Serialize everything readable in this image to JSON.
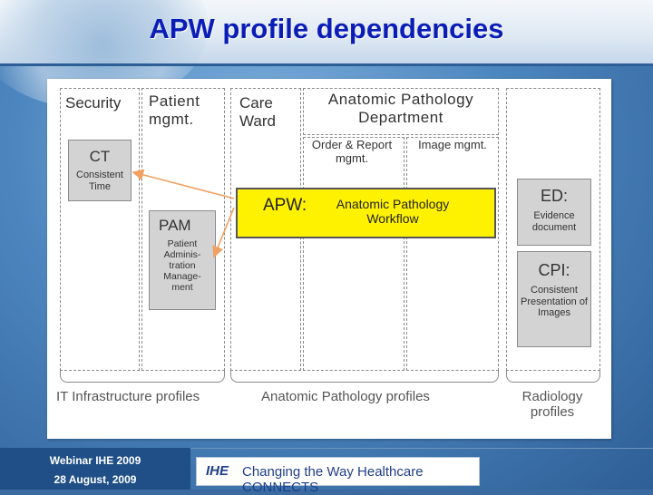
{
  "title": "APW profile dependencies",
  "columns": {
    "security": "Security",
    "patient_mgmt": "Patient mgmt.",
    "care_ward": "Care Ward",
    "anatomic_dept": "Anatomic Pathology Department",
    "order_report": "Order & Report mgmt.",
    "image_mgmt": "Image mgmt."
  },
  "boxes": {
    "ct_title": "CT",
    "ct_desc": "Consistent Time",
    "pam_title": "PAM",
    "pam_desc": "Patient Adminis- tration Manage- ment",
    "apw_title": "APW:",
    "apw_desc": "Anatomic Pathology Workflow",
    "ed_title": "ED:",
    "ed_desc": "Evidence document",
    "cpi_title": "CPI:",
    "cpi_desc": "Consistent Presentation of Images"
  },
  "groups": {
    "it": "IT Infrastructure profiles",
    "ap": "Anatomic Pathology profiles",
    "rad": "Radiology profiles"
  },
  "footer": {
    "line1": "Webinar IHE 2009",
    "line2": "28 August, 2009",
    "logo_mark": "IHE",
    "logo_text": "Changing the Way Healthcare CONNECTS"
  },
  "colors": {
    "title": "#0b1db7",
    "apw_fill": "#fff200",
    "arrow": "#f0a060",
    "box_gray": "#d3d3d3"
  },
  "icons": [
    "globe-background"
  ]
}
